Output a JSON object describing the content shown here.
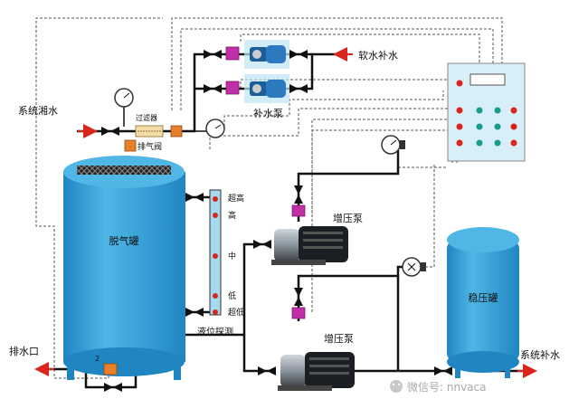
{
  "labels": {
    "system_return_water": "系统湘水",
    "filter": "过滤器",
    "vent_valve": "排气阀",
    "soft_water_makeup": "软水补水",
    "makeup_pump": "补水泵",
    "deaeration_tank": "脱气罐",
    "ultra_high": "超高",
    "high": "高",
    "middle": "中",
    "low": "低",
    "ultra_low": "超低",
    "level_probe": "液位探测",
    "booster_pump_1": "增压泵",
    "booster_pump_2": "增压泵",
    "pressure_stabilizer_tank": "稳压罐",
    "drain_outlet": "排水口",
    "system_makeup_water": "系统补水",
    "valve_tag": "2"
  },
  "watermark": "微信号: nnvaca",
  "colors": {
    "tank_blue": "#3ea9dd",
    "tank_dark": "#1e7fb8",
    "pipe": "#111111",
    "dashed": "#555555",
    "arrow_red": "#d9261c",
    "valve_magenta": "#c02fa8",
    "valve_orange": "#e8802a",
    "panel": "#d8eef8"
  }
}
